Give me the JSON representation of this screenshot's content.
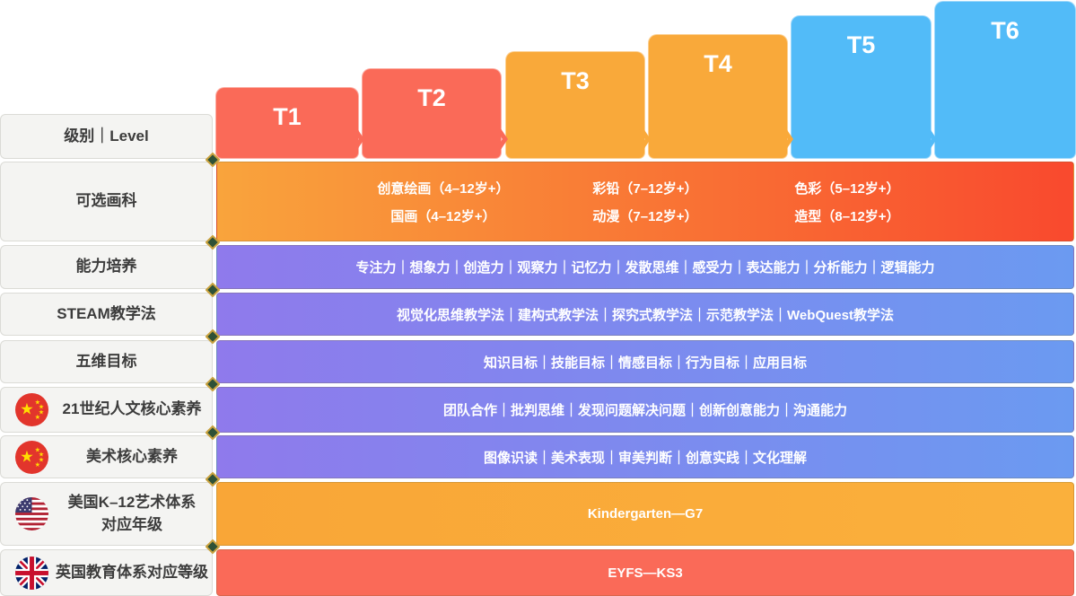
{
  "title": "少儿美术课程级别体系 T1-T6",
  "colors": {
    "level_red": "#FA6A58",
    "level_amber": "#F9A93A",
    "level_blue": "#52BBF8",
    "subjects_band_gradient": [
      "#F9A43C",
      "#F9492E"
    ],
    "purple_band_gradient": [
      "#8F7AEC",
      "#6B9AF1"
    ],
    "us_band": "#F9AA38",
    "uk_band": "#FA6A58",
    "label_bg": "#F4F4F2",
    "label_text": "#3C3C3C"
  },
  "levels": {
    "items": [
      {
        "label": "T1",
        "color": "#FA6A58"
      },
      {
        "label": "T2",
        "color": "#FA6A58"
      },
      {
        "label": "T3",
        "color": "#F9A93A"
      },
      {
        "label": "T4",
        "color": "#F9A93A"
      },
      {
        "label": "T5",
        "color": "#52BBF8"
      },
      {
        "label": "T6",
        "color": "#52BBF8"
      }
    ]
  },
  "rows": {
    "level": {
      "label": "级别｜Level"
    },
    "subjects": {
      "label": "可选画科",
      "items": [
        [
          "创意绘画（4–12岁+）",
          "彩铅（7–12岁+）",
          "色彩（5–12岁+）"
        ],
        [
          "国画（4–12岁+）",
          "动漫（7–12岁+）",
          "造型（8–12岁+）"
        ]
      ]
    },
    "abilities": {
      "label": "能力培养",
      "text": "专注力｜想象力｜创造力｜观察力｜记忆力｜发散思维｜感受力｜表达能力｜分析能力｜逻辑能力"
    },
    "steam": {
      "label": "STEAM教学法",
      "text": "视觉化思维教学法｜建构式教学法｜探究式教学法｜示范教学法｜WebQuest教学法"
    },
    "five_goals": {
      "label": "五维目标",
      "text": "知识目标｜技能目标｜情感目标｜行为目标｜应用目标"
    },
    "c21_core": {
      "label": "21世纪人文核心素养",
      "flag": "china-flag",
      "text": "团队合作｜批判思维｜发现问题解决问题｜创新创意能力｜沟通能力"
    },
    "art_core": {
      "label": "美术核心素养",
      "flag": "china-flag",
      "text": "图像识读｜美术表现｜审美判断｜创意实践｜文化理解"
    },
    "us_system": {
      "label_line1": "美国K–12艺术体系",
      "label_line2": "对应年级",
      "flag": "usa-flag",
      "text": "Kindergarten—G7"
    },
    "uk_system": {
      "label": "英国教育体系对应等级",
      "flag": "uk-flag",
      "text": "EYFS—KS3"
    }
  }
}
